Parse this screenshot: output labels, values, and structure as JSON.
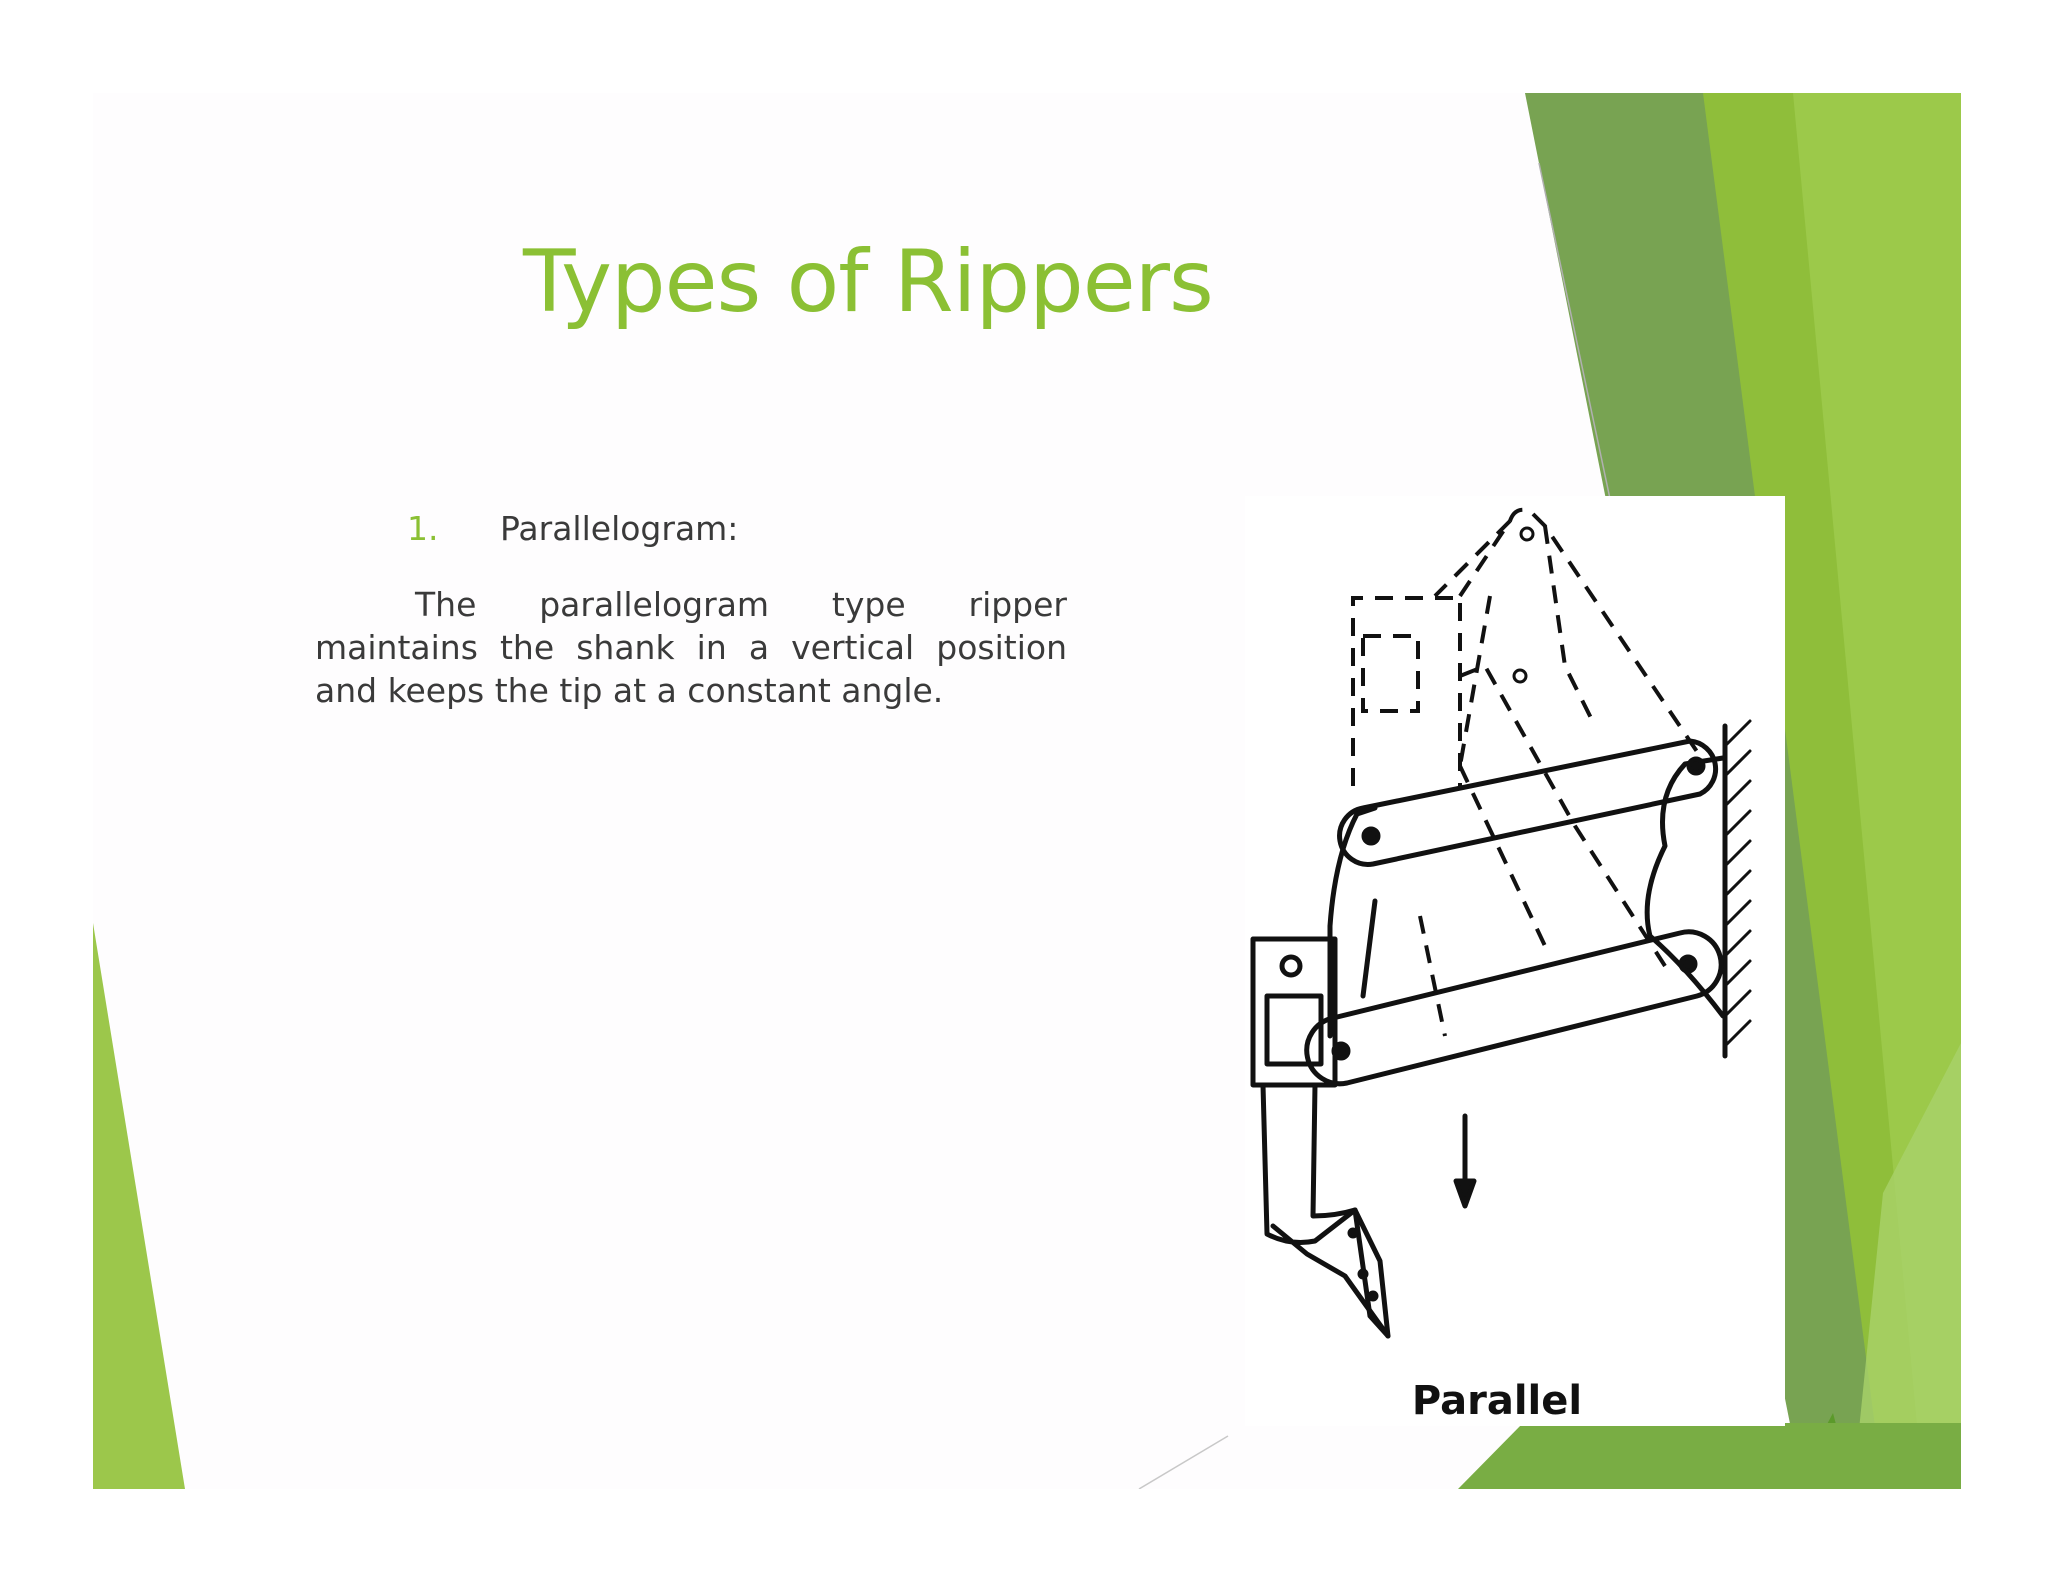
{
  "slide": {
    "title": "Types of Rippers",
    "list": [
      {
        "number": "1.",
        "label": "Parallelogram:"
      }
    ],
    "paragraph": "The parallelogram type ripper maintains the shank in a vertical position and keeps the tip at a constant angle.",
    "figure": {
      "caption": "Parallel"
    }
  },
  "colors": {
    "accent": "#8bc034",
    "dark_green": "#6a9a48",
    "light_green": "#a3c94c",
    "text": "#3a3a3a"
  }
}
